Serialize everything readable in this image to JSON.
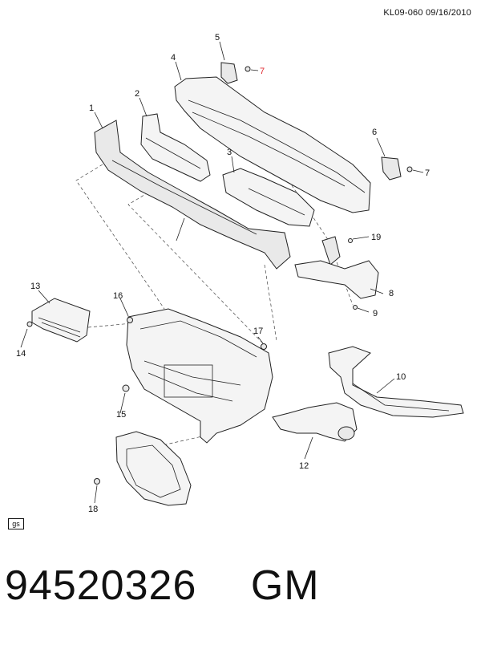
{
  "header": {
    "code": "KL09-060",
    "date": "09/16/2010"
  },
  "callouts": [
    "1",
    "2",
    "3",
    "4",
    "5",
    "6",
    "7",
    "7",
    "8",
    "9",
    "10",
    "12",
    "13",
    "14",
    "15",
    "16",
    "17",
    "18",
    "19"
  ],
  "highlight_color": "#e0282f",
  "gs_label": "gs",
  "footer": {
    "part_number": "94520326",
    "brand": "GM"
  }
}
